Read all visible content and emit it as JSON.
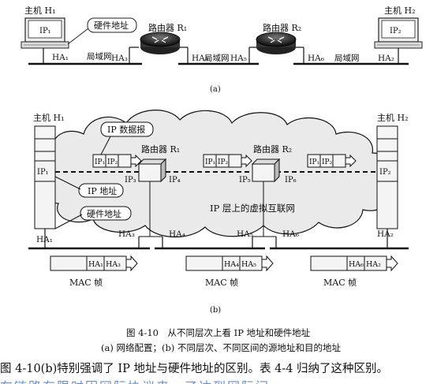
{
  "diagram_a": {
    "host1": "主机 H₁",
    "host2": "主机 H₂",
    "ip1": "IP₁",
    "ip2": "IP₂",
    "hw_callout": "硬件地址",
    "router1": "路由器 R₁",
    "router2": "路由器 R₂",
    "ha1": "HA₁",
    "ha2": "HA₂",
    "ha3": "HA₃",
    "ha4": "HA₄",
    "ha5": "HA₅",
    "ha6": "HA₆",
    "lan": "局域网",
    "label": "(a)"
  },
  "diagram_b": {
    "host1": "主机 H₁",
    "host2": "主机 H₂",
    "ip_datagram_callout": "IP 数据报",
    "router1": "路由器 R₁",
    "router2": "路由器 R₂",
    "ip1": "IP₁",
    "ip2": "IP₂",
    "ip3": "IP₃",
    "ip4": "IP₄",
    "ip5": "IP₅",
    "ip6": "IP₆",
    "ip_address_callout": "IP 地址",
    "hw_address_callout": "硬件地址",
    "internet_label": "IP 层上的虚拟互联网",
    "ha1": "HA₁",
    "ha2": "HA₂",
    "ha3": "HA₃",
    "ha4": "HA₄",
    "ha5": "HA₅",
    "ha6": "HA₆",
    "mac_frame": "MAC 帧",
    "label": "(b)"
  },
  "figure": {
    "title": "图 4-10　从不同层次上看 IP 地址和硬件地址",
    "subtitle": "(a) 网络配置；(b) 不同层次、不同区间的源地址和目的地址"
  },
  "body_text": "图 4-10(b)特别强调了 IP 地址与硬件地址的区别。表 4-4 归纳了这种区别。",
  "cut_text": "在链路有限时因网际协议来一了达到网际间"
}
